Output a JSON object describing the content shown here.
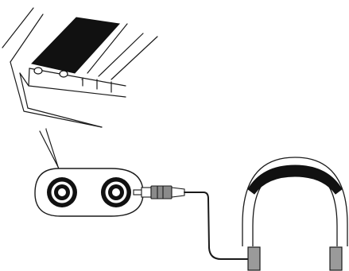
{
  "diagram": {
    "stroke_color": "#1a1a1a",
    "fill_dark": "#111111",
    "fill_plug_gray": "#8a8a8a",
    "fill_earcup_gray": "#9a9a9a",
    "background": "#ffffff",
    "parts": [
      {
        "id": "instrument-keyboard",
        "icon": "piano-keys-icon"
      },
      {
        "id": "headphone-jack-panel",
        "icon": "dual-jack-icon",
        "jack_count": 2
      },
      {
        "id": "audio-plug",
        "icon": "audio-plug-icon"
      },
      {
        "id": "headphones",
        "icon": "headphones-icon"
      }
    ]
  }
}
